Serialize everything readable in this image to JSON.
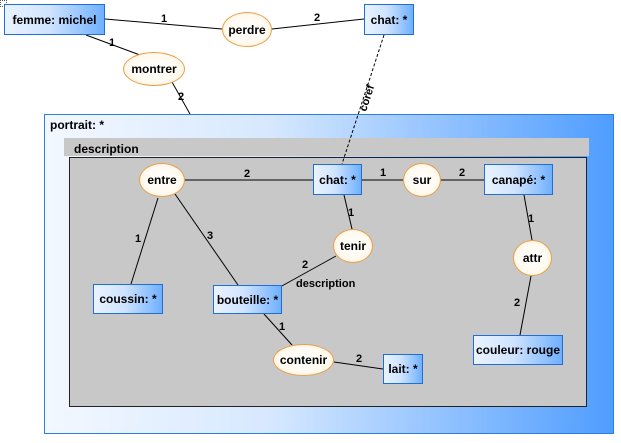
{
  "concepts": {
    "femme": "femme: michel",
    "chat_top": "chat: *",
    "chat_inner": "chat: *",
    "canape": "canapé: *",
    "coussin": "coussin: *",
    "bouteille": "bouteille: *",
    "couleur": "couleur: rouge",
    "lait": "lait: *"
  },
  "relations": {
    "perdre": "perdre",
    "montrer": "montrer",
    "entre": "entre",
    "sur": "sur",
    "tenir": "tenir",
    "attr": "attr",
    "contenir": "contenir"
  },
  "contexts": {
    "outer": "portrait: *",
    "inner": "description"
  },
  "edge_labels": {
    "femme_perdre": "1",
    "perdre_chat": "2",
    "femme_montrer": "1",
    "montrer_portrait": "2",
    "coref": "coref",
    "entre_chat": "2",
    "entre_coussin": "1",
    "entre_bouteille": "3",
    "chat_sur": "1",
    "sur_canape": "2",
    "chat_tenir": "1",
    "tenir_bouteille": "2",
    "tenir_description": "description",
    "canape_attr": "1",
    "attr_couleur": "2",
    "bouteille_contenir": "1",
    "contenir_lait": "2"
  },
  "colors": {
    "concept_border": "#1f6fd6",
    "relation_border": "#e8a04a",
    "context_border": "#2a7fe0",
    "inner_background": "#c8c8c8"
  }
}
